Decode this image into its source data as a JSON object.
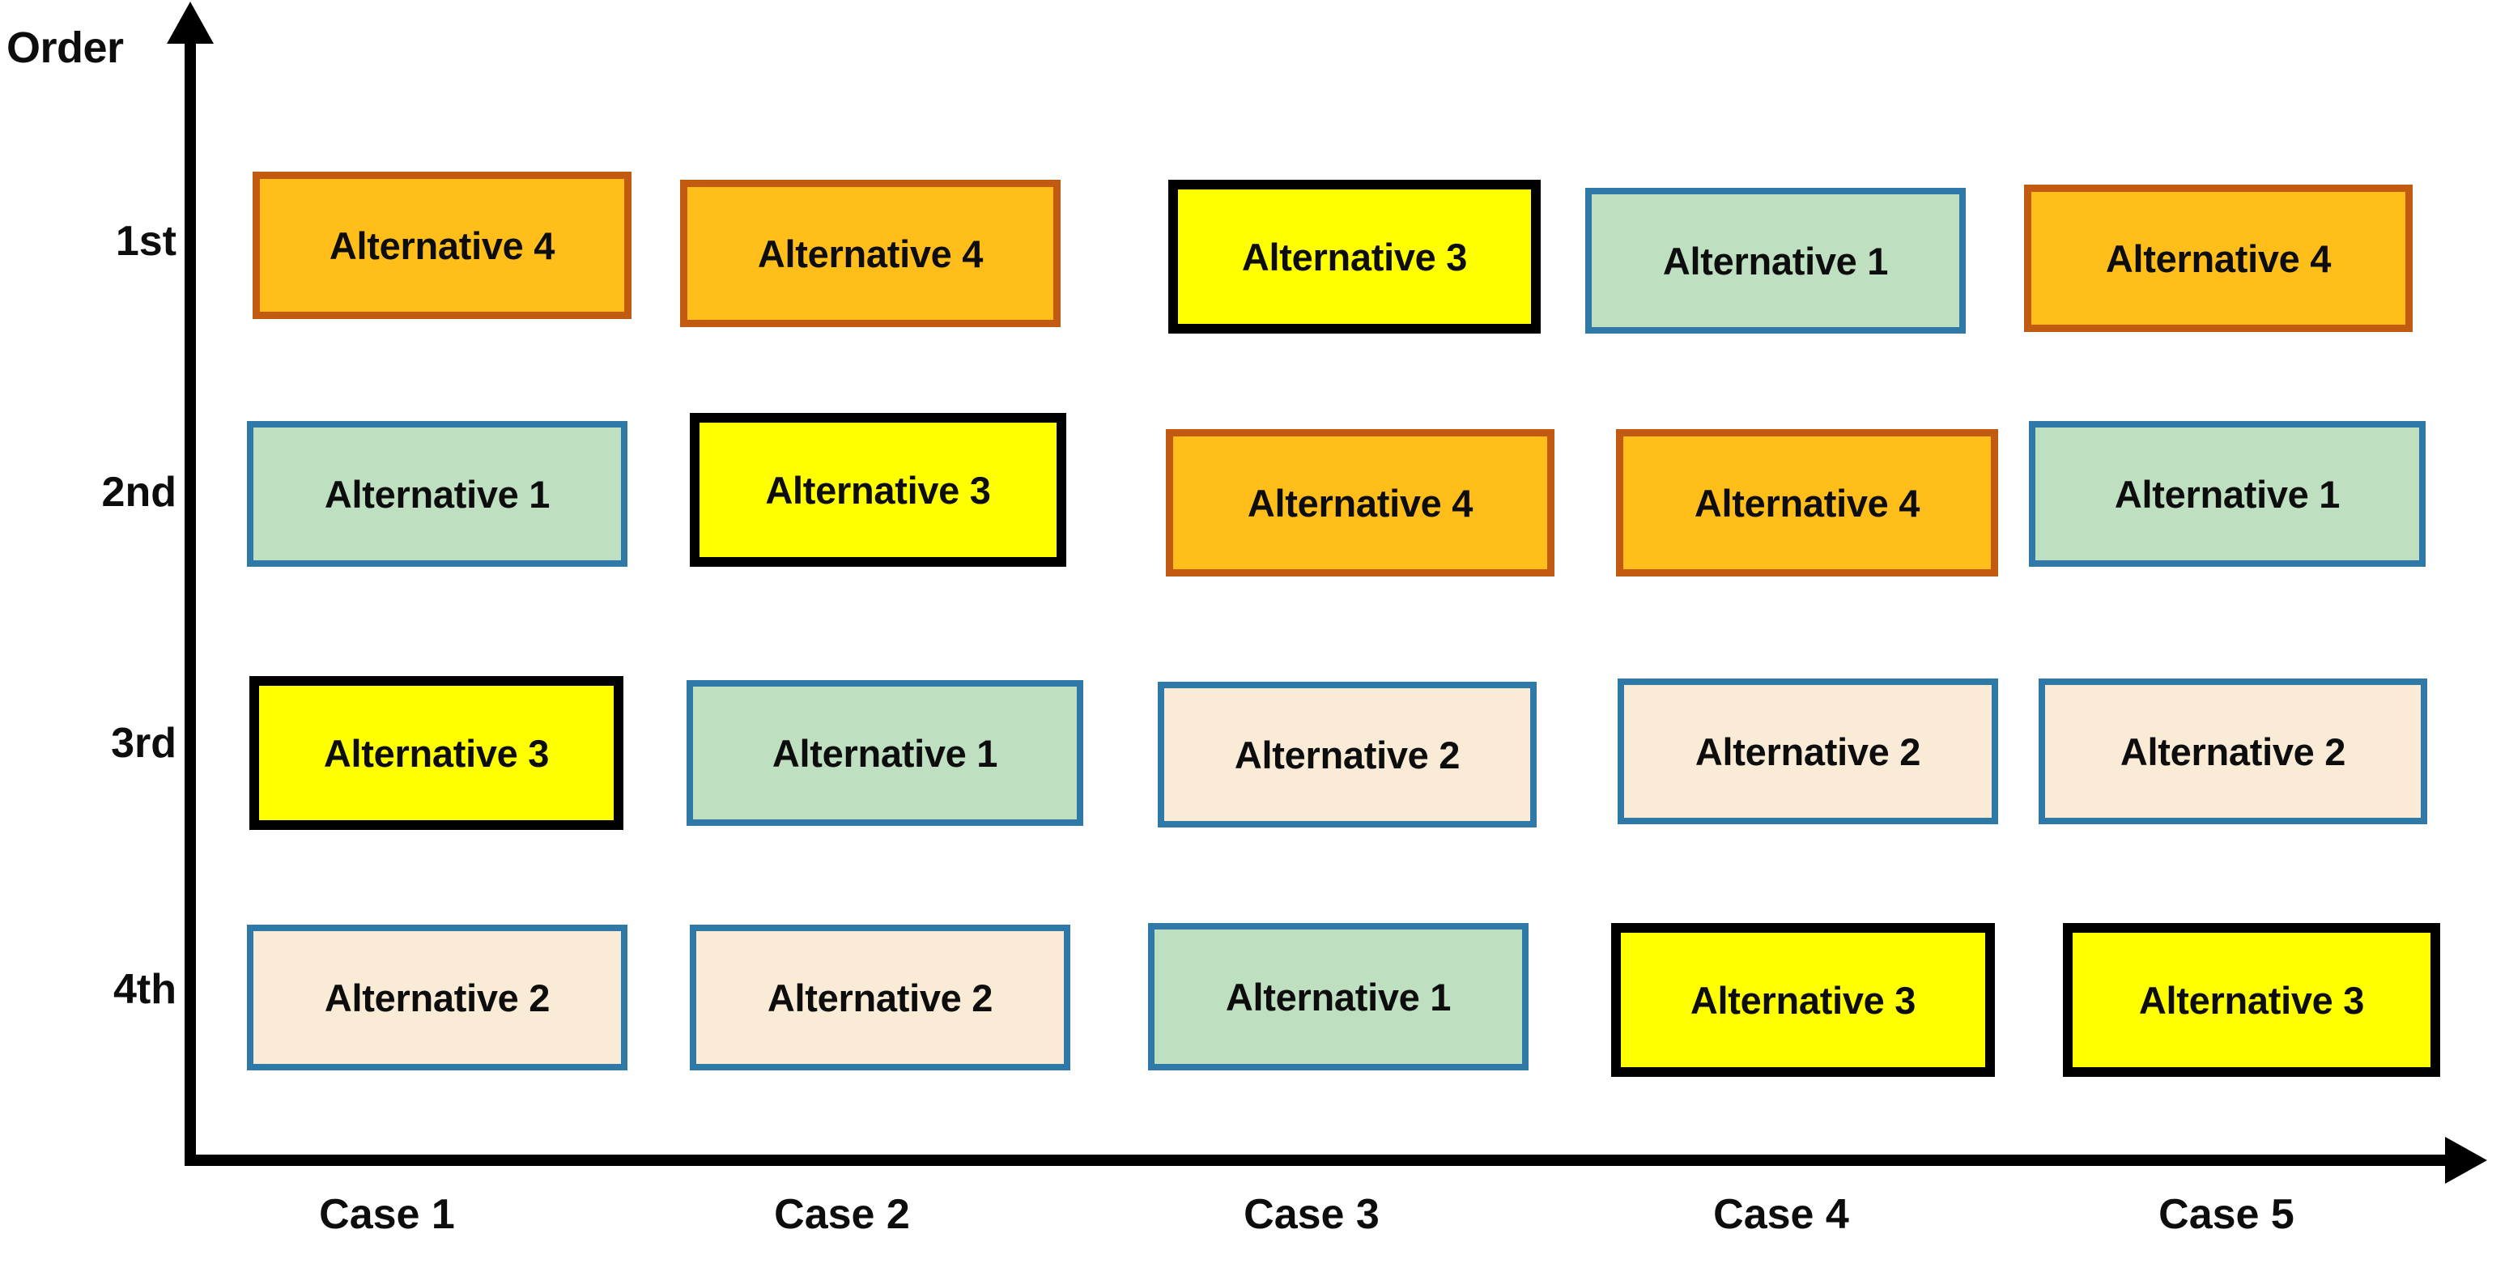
{
  "chart_data": {
    "type": "table",
    "title": "",
    "ylabel": "Order",
    "xlabel": "",
    "grid": false,
    "legend": "none",
    "categories": [
      "Case 1",
      "Case 2",
      "Case 3",
      "Case 4",
      "Case 5"
    ],
    "row_labels": [
      "1st",
      "2nd",
      "3rd",
      "4th"
    ],
    "rows": [
      {
        "rank": "1st",
        "cells": [
          {
            "case": "Case 1",
            "label": "Alternative 4",
            "alternative": 4
          },
          {
            "case": "Case 2",
            "label": "Alternative 4",
            "alternative": 4
          },
          {
            "case": "Case 3",
            "label": "Alternative 3",
            "alternative": 3
          },
          {
            "case": "Case 4",
            "label": "Alternative 1",
            "alternative": 1
          },
          {
            "case": "Case 5",
            "label": "Alternative 4",
            "alternative": 4
          }
        ]
      },
      {
        "rank": "2nd",
        "cells": [
          {
            "case": "Case 1",
            "label": "Alternative 1",
            "alternative": 1
          },
          {
            "case": "Case 2",
            "label": "Alternative 3",
            "alternative": 3
          },
          {
            "case": "Case 3",
            "label": "Alternative 4",
            "alternative": 4
          },
          {
            "case": "Case 4",
            "label": "Alternative 4",
            "alternative": 4
          },
          {
            "case": "Case 5",
            "label": "Alternative 1",
            "alternative": 1
          }
        ]
      },
      {
        "rank": "3rd",
        "cells": [
          {
            "case": "Case 1",
            "label": "Alternative 3",
            "alternative": 3
          },
          {
            "case": "Case 2",
            "label": "Alternative 1",
            "alternative": 1
          },
          {
            "case": "Case 3",
            "label": "Alternative 2",
            "alternative": 2
          },
          {
            "case": "Case 4",
            "label": "Alternative 2",
            "alternative": 2
          },
          {
            "case": "Case 5",
            "label": "Alternative 2",
            "alternative": 2
          }
        ]
      },
      {
        "rank": "4th",
        "cells": [
          {
            "case": "Case 1",
            "label": "Alternative 2",
            "alternative": 2
          },
          {
            "case": "Case 2",
            "label": "Alternative 2",
            "alternative": 2
          },
          {
            "case": "Case 3",
            "label": "Alternative 1",
            "alternative": 1
          },
          {
            "case": "Case 4",
            "label": "Alternative 3",
            "alternative": 3
          },
          {
            "case": "Case 5",
            "label": "Alternative 3",
            "alternative": 3
          }
        ]
      }
    ],
    "colors": {
      "alternative_1_fill": "#BFE0C0",
      "alternative_1_border": "#2E79A8",
      "alternative_2_fill": "#FAEBD7",
      "alternative_2_border": "#2E79A8",
      "alternative_3_fill": "#FFFF00",
      "alternative_3_border": "#000000",
      "alternative_4_fill": "#FFBE1A",
      "alternative_4_border": "#C25A12",
      "axis": "#000000",
      "text": "#0D0D0D"
    }
  },
  "axes": {
    "y_title": "Order",
    "y_ticks": [
      "1st",
      "2nd",
      "3rd",
      "4th"
    ],
    "x_ticks": [
      "Case 1",
      "Case 2",
      "Case 3",
      "Case 4",
      "Case 5"
    ]
  }
}
